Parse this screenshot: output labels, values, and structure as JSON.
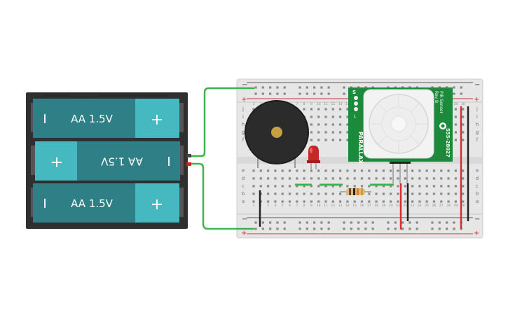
{
  "battery_pack": {
    "cells": [
      {
        "label": "AA 1.5V",
        "plus": "+",
        "minus": "I",
        "flipped": false
      },
      {
        "label": "AA 1.5V",
        "plus": "+",
        "minus": "I",
        "flipped": true
      },
      {
        "label": "AA 1.5V",
        "plus": "+",
        "minus": "I",
        "flipped": false
      }
    ]
  },
  "breadboard": {
    "rail_plus": "+",
    "rail_minus": "−",
    "row_letters_top": [
      "j",
      "i",
      "h",
      "g",
      "f"
    ],
    "row_letters_bottom": [
      "e",
      "d",
      "c",
      "b",
      "a"
    ],
    "column_numbers": [
      "1",
      "2",
      "3",
      "4",
      "5",
      "6",
      "7",
      "8",
      "9",
      "10",
      "11",
      "12",
      "13",
      "14",
      "15",
      "16",
      "17",
      "18",
      "19",
      "20",
      "21",
      "22",
      "23",
      "24",
      "25",
      "26",
      "27",
      "28",
      "29",
      "30"
    ]
  },
  "pir_sensor": {
    "brand": "PARALLAX",
    "part_number": "555-28027",
    "title": "PIR Sensor",
    "revision": "Rev B",
    "jumper_labels": [
      "S",
      "L"
    ]
  },
  "colors": {
    "battery_case": "#2f2f2f",
    "battery_cell": "#2e7f86",
    "battery_plus_cap": "#45b9bf",
    "wire": "#3db54a",
    "led": "#c62828",
    "buzzer": "#2b2b2b",
    "buzzer_center": "#c8a043",
    "board_bg": "#e9e9e9",
    "rail_red": "#d32f2f",
    "pcb_green": "#1b8a3a"
  }
}
